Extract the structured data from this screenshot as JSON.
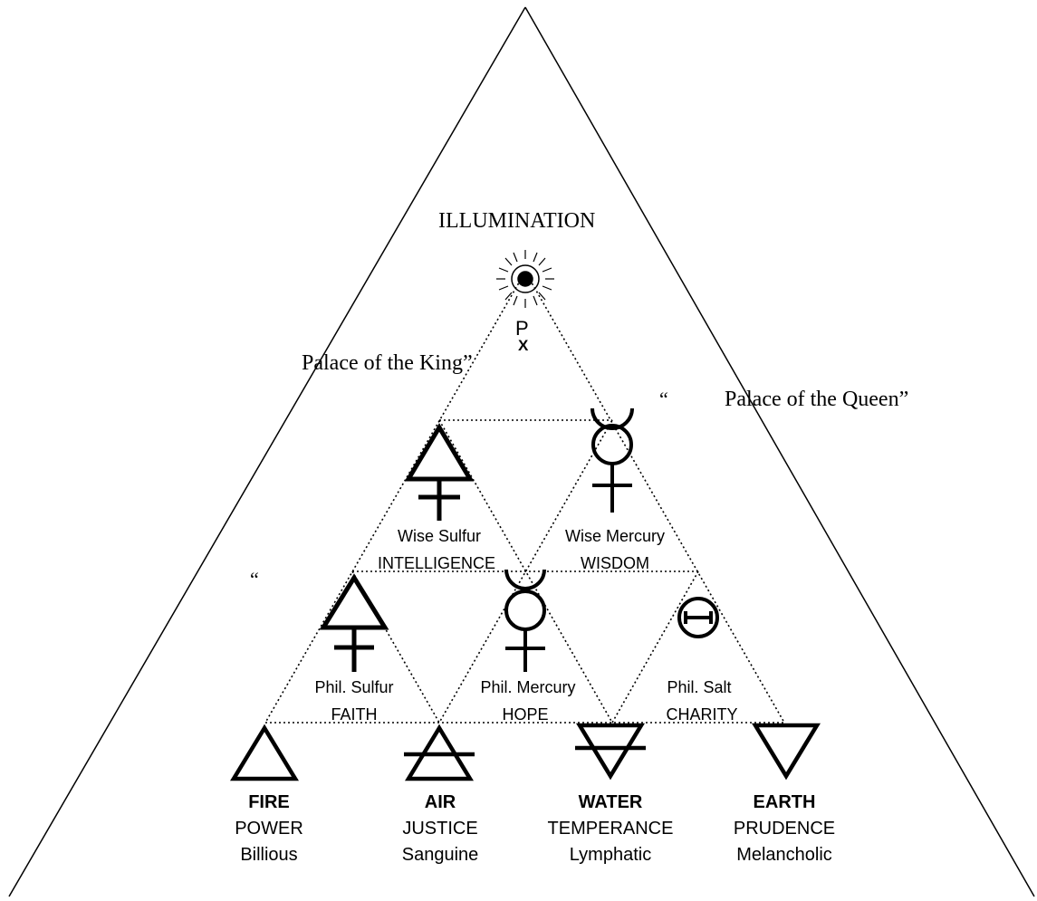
{
  "header": {
    "title": "ILLUMINATION",
    "px_symbol": "P",
    "px_symbol_sub": "X"
  },
  "palaces": {
    "king": "Palace of the King”",
    "queen_open": "“",
    "queen": "Palace of the Queen”",
    "stray_quote": "“"
  },
  "middle_row": [
    {
      "name": "Wise Sulfur",
      "virtue": "INTELLIGENCE"
    },
    {
      "name": "Wise Mercury",
      "virtue": "WISDOM"
    }
  ],
  "lower_row": [
    {
      "name": "Phil. Sulfur",
      "virtue": "FAITH"
    },
    {
      "name": "Phil. Mercury",
      "virtue": "HOPE"
    },
    {
      "name": "Phil. Salt",
      "virtue": "CHARITY"
    }
  ],
  "elements": [
    {
      "element": "FIRE",
      "virtue": "POWER",
      "temperament": "Billious"
    },
    {
      "element": "AIR",
      "virtue": "JUSTICE",
      "temperament": "Sanguine"
    },
    {
      "element": "WATER",
      "virtue": "TEMPERANCE",
      "temperament": "Lymphatic"
    },
    {
      "element": "EARTH",
      "virtue": "PRUDENCE",
      "temperament": "Melancholic"
    }
  ],
  "icons": {
    "apex": "sun-icon",
    "fire": "fire-triangle-icon",
    "air": "air-triangle-icon",
    "water": "water-triangle-icon",
    "earth": "earth-triangle-icon",
    "sulfur": "sulfur-icon",
    "mercury": "mercury-icon",
    "salt": "salt-icon"
  },
  "colors": {
    "line": "#000000",
    "background": "#ffffff"
  }
}
